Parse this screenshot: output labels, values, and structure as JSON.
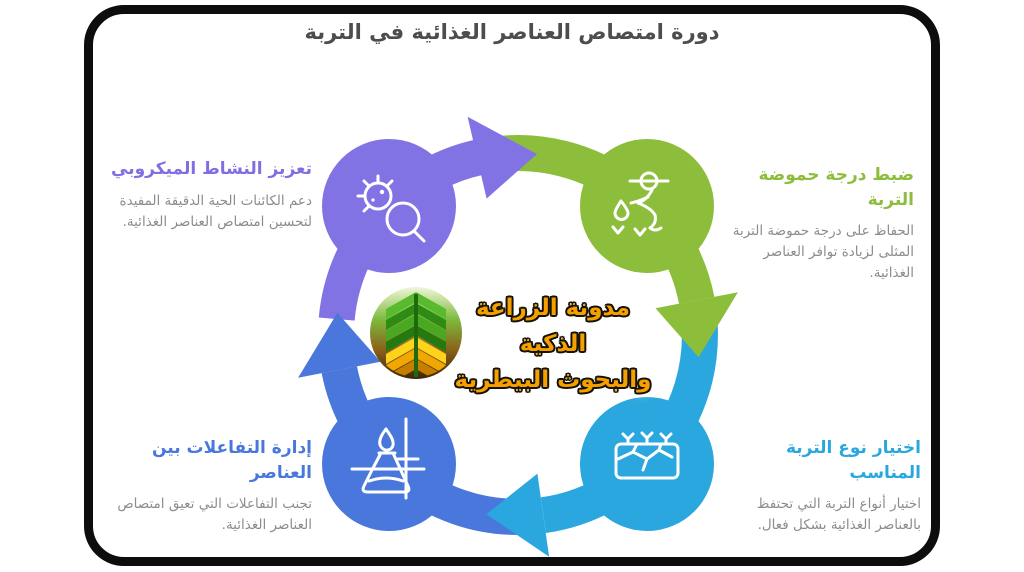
{
  "title": "دورة امتصاص العناصر الغذائية في التربة",
  "center": {
    "logo_icon": "smart-agriculture-leaf-logo",
    "line1": "مدونة الزراعة الذكية",
    "line2": "والبحوث البيطرية"
  },
  "nodes": [
    {
      "id": "microbial-activity",
      "heading": "تعزيز النشاط الميكروبي",
      "body": "دعم الكائنات الحية الدقيقة المفيدة لتحسين امتصاص العناصر الغذائية.",
      "color": "#8273e4",
      "icon": "microbe-magnifier-icon",
      "position": "top-left"
    },
    {
      "id": "soil-ph",
      "heading": "ضبط درجة حموضة التربة",
      "body": "الحفاظ على درجة حموضة التربة المثلى لزيادة توافر العناصر الغذائية.",
      "color": "#8cbe3b",
      "icon": "farmer-watering-icon",
      "position": "top-right"
    },
    {
      "id": "soil-type",
      "heading": "اختيار نوع التربة المناسب",
      "body": "اختيار أنواع التربة التي تحتفظ بالعناصر الغذائية بشكل فعال.",
      "color": "#2aa7de",
      "icon": "soil-block-icon",
      "position": "bottom-right"
    },
    {
      "id": "element-interactions",
      "heading": "إدارة التفاعلات بين العناصر",
      "body": "تجنب التفاعلات التي تعيق امتصاص العناصر الغذائية.",
      "color": "#4a77db",
      "icon": "flask-burner-icon",
      "position": "bottom-left"
    }
  ],
  "cycle": {
    "direction": "clockwise",
    "segment_colors": [
      "#8273e4",
      "#8cbe3b",
      "#2aa7de",
      "#4a77db"
    ]
  },
  "colors": {
    "purple": "#8273e4",
    "green": "#8cbe3b",
    "cyan": "#2aa7de",
    "blue": "#4a77db",
    "title_gray": "#4d4d4d",
    "body_gray": "#8c8c8c",
    "center_text_gold": "#f6a000",
    "frame_black": "#0d0d0d"
  }
}
